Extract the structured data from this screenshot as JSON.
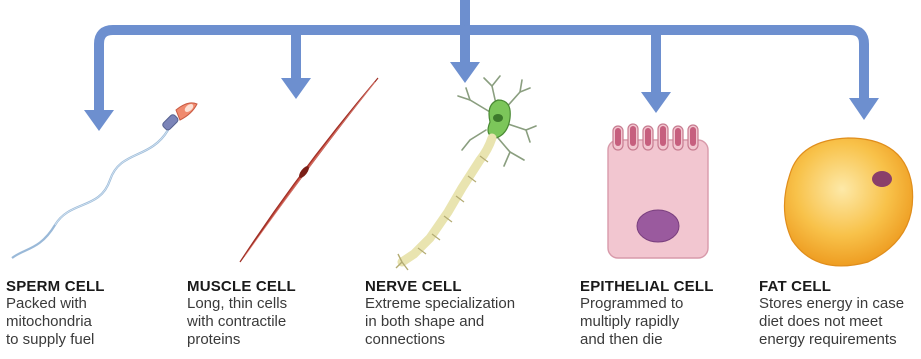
{
  "colors": {
    "arrow": "#6d8fcf",
    "muscle": "#c8473a",
    "nerve_body": "#7cc65a",
    "epithelial": "#f2c6d0",
    "epithelial_nucleus": "#9a5a9e",
    "fat": "#f6b23a",
    "fat_nucleus": "#8a3f6a"
  },
  "cells": [
    {
      "title": "SPERM CELL",
      "lines": [
        "Packed with",
        "mitochondria",
        "to supply fuel"
      ]
    },
    {
      "title": "MUSCLE CELL",
      "lines": [
        "Long, thin cells",
        "with contractile",
        "proteins"
      ]
    },
    {
      "title": "NERVE CELL",
      "lines": [
        "Extreme specialization",
        "in both shape and",
        "connections"
      ]
    },
    {
      "title": "EPITHELIAL CELL",
      "lines": [
        "Programmed to",
        "multiply rapidly",
        "and then die"
      ]
    },
    {
      "title": "FAT CELL",
      "lines": [
        "Stores energy in case",
        "diet does not meet",
        "energy requirements"
      ]
    }
  ]
}
